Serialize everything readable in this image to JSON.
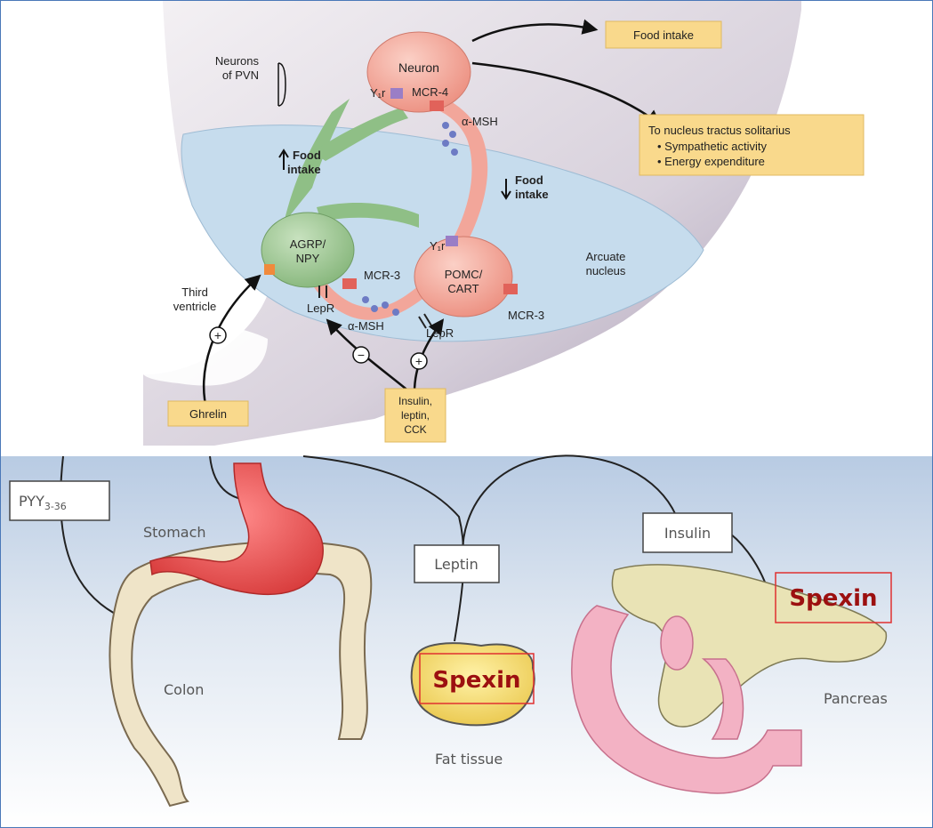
{
  "top_panel": {
    "neurons_of_pvn": [
      "Neurons",
      "of PVN"
    ],
    "neuron": "Neuron",
    "y1r_top": "Y₁r",
    "mcr4": "MCR-4",
    "alpha_msh_top": "α-MSH",
    "food_intake_box": "Food intake",
    "nts_box": {
      "title": "To nucleus tractus solitarius",
      "bullets": [
        "• Sympathetic activity",
        "• Energy expenditure"
      ]
    },
    "food_intake_up": [
      "Food",
      "intake"
    ],
    "food_intake_down": [
      "Food",
      "intake"
    ],
    "agrp": [
      "AGRP/",
      "NPY"
    ],
    "pomc": [
      "POMC/",
      "CART"
    ],
    "y1r_mid": "Y₁r",
    "arcuate": [
      "Arcuate",
      "nucleus"
    ],
    "third_ventricle": [
      "Third",
      "ventricle"
    ],
    "mcr3_left": "MCR-3",
    "mcr3_right": "MCR-3",
    "lepr_left": "LepR",
    "lepr_right": "LepR",
    "alpha_msh_bottom": "α-MSH",
    "plus": "+",
    "minus": "−",
    "ghrelin": "Ghrelin",
    "insulin_box": [
      "Insulin,",
      "leptin,",
      "CCK"
    ]
  },
  "bottom_panel": {
    "pyy": "PYY",
    "pyy_sub": "3-36",
    "stomach": "Stomach",
    "colon": "Colon",
    "leptin": "Leptin",
    "insulin": "Insulin",
    "fat_tissue": "Fat tissue",
    "pancreas": "Pancreas",
    "spexin_fat": "Spexin",
    "spexin_pancreas": "Spexin"
  },
  "colors": {
    "neuron_pink": "#f2a69a",
    "npy_green": "#8fbf86",
    "label_box": "#f9d98c",
    "arcuate_blue": "#c9dcea",
    "bottom_bg": "#c6d6ea",
    "spexin_red": "#9c1010"
  }
}
